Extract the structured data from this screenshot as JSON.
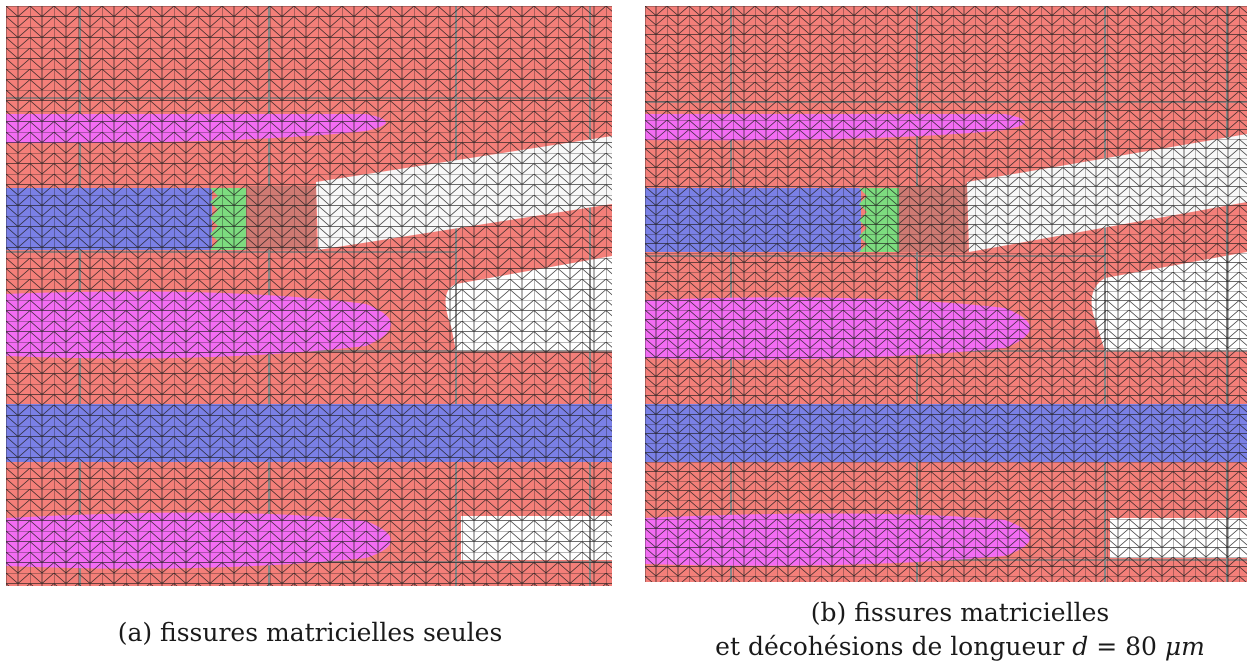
{
  "figure": {
    "colors": {
      "matrix": "#f47f79",
      "fiber_ellipse": "#f36cf3",
      "blue_layer": "#7a80e6",
      "crack_green": "#7ddc7f",
      "crack_zone": "#cf7a73",
      "debond_white": "#f8f8f8",
      "mesh_line": "#1c1c1c",
      "background": "#ffffff"
    },
    "panel_a": {
      "caption": "(a) fissures matricielles seules"
    },
    "panel_b": {
      "caption_line1": "(b) fissures matricielles",
      "caption_line2_prefix": "et décohésions de longueur ",
      "caption_var": "d",
      "caption_eq": " = 80 ",
      "caption_unit": "μm"
    }
  }
}
